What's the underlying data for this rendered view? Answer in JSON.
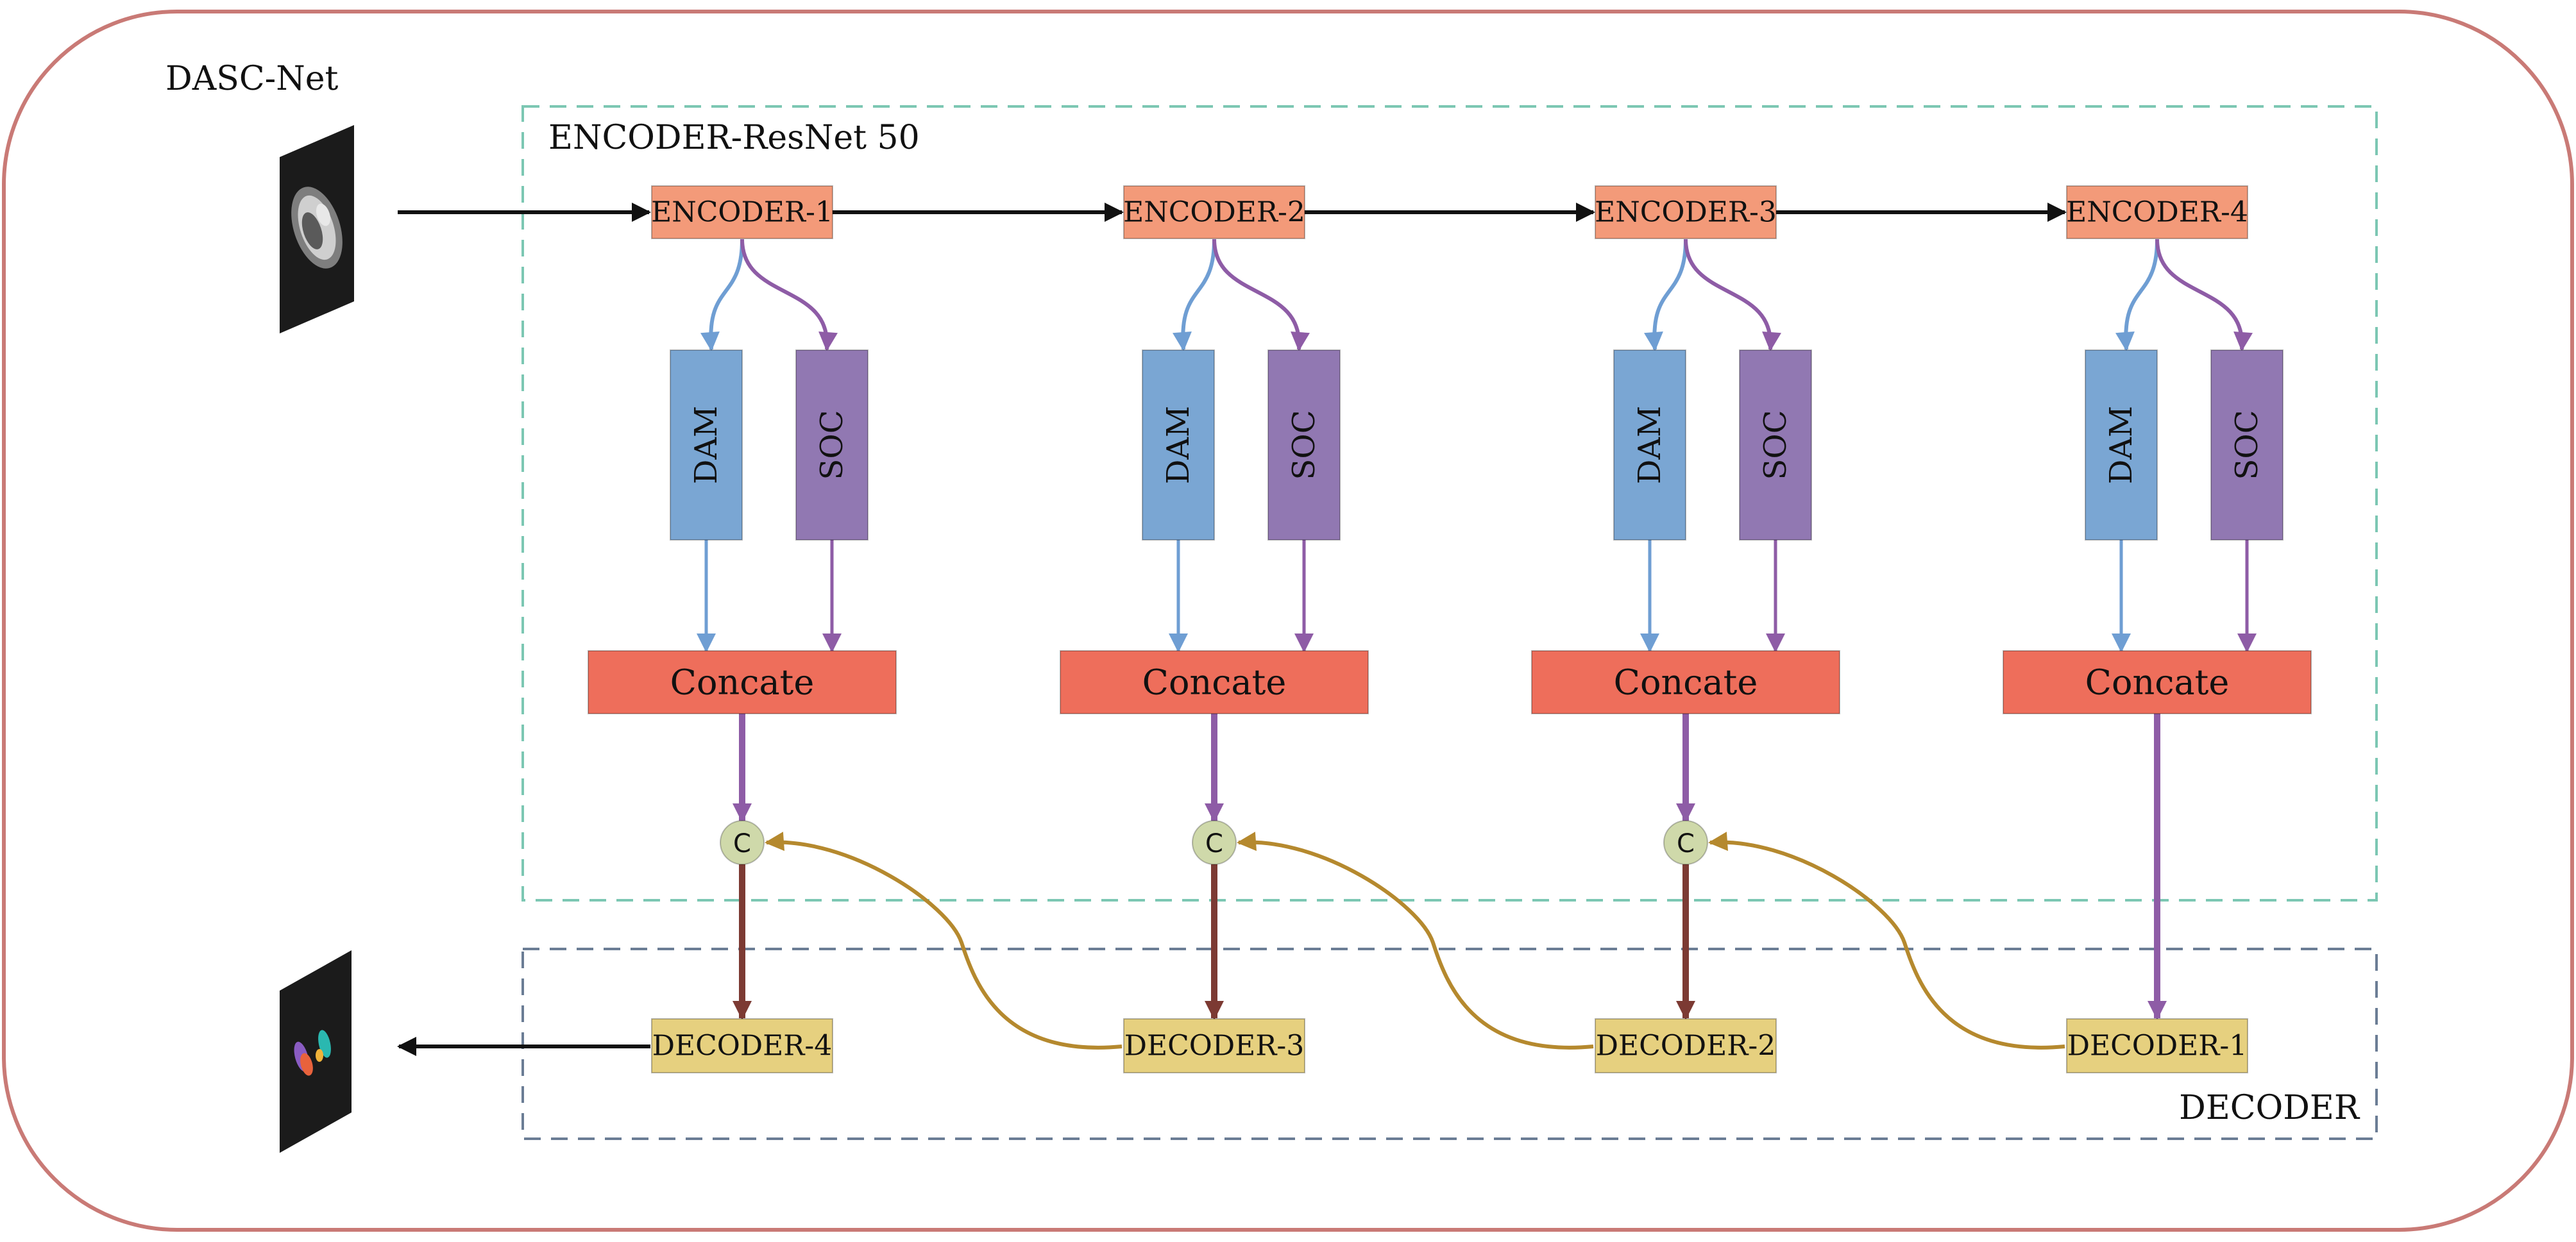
{
  "title": "DASC-Net",
  "encoder_title": "ENCODER-ResNet 50",
  "decoder_title": "DECODER",
  "columns": [
    {
      "encoder": "ENCODER-1",
      "dam": "DAM",
      "soc": "SOC",
      "concat": "Concate",
      "join": "C",
      "decoder": "DECODER-4"
    },
    {
      "encoder": "ENCODER-2",
      "dam": "DAM",
      "soc": "SOC",
      "concat": "Concate",
      "join": "C",
      "decoder": "DECODER-3"
    },
    {
      "encoder": "ENCODER-3",
      "dam": "DAM",
      "soc": "SOC",
      "concat": "Concate",
      "join": "C",
      "decoder": "DECODER-2"
    },
    {
      "encoder": "ENCODER-4",
      "dam": "DAM",
      "soc": "SOC",
      "concat": "Concate",
      "decoder": "DECODER-1"
    }
  ],
  "colors": {
    "frame": "#c97a76",
    "encoder_fill": "#f39a79",
    "dam_fill": "#7aa6d3",
    "soc_fill": "#9178b2",
    "concat_fill": "#ee6e5b",
    "decoder_fill": "#e6d07f",
    "join_fill": "#cfd9aa",
    "encoder_dash": "#7cc7b3",
    "decoder_dash": "#6b7d95",
    "blue_arrow": "#6f9ed3",
    "purple_arrow": "#8e5ca6",
    "brown_arrow": "#7c3a33",
    "gold_arrow": "#b5892e"
  }
}
